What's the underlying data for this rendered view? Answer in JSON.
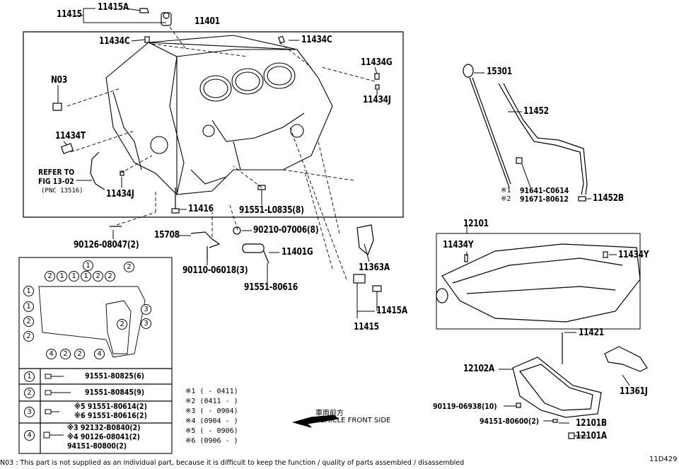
{
  "labels": {
    "p11415_top": "11415",
    "p11415A_top": "11415A",
    "p11401": "11401",
    "p11434C_l": "11434C",
    "p11434C_r": "11434C",
    "pN03": "N03",
    "p11434G": "11434G",
    "p11434J_r": "11434J",
    "p11434T": "11434T",
    "p11434J_l": "11434J",
    "p11416": "11416",
    "p91551L": "91551-L0835(8)",
    "p90126": "90126-08047(2)",
    "p15708": "15708",
    "p90210": "90210-07006(8)",
    "p90110": "90110-06018(3)",
    "p11401G": "11401G",
    "p91551_80616": "91551-80616",
    "p15301": "15301",
    "p11452": "11452",
    "p91641": "91641-C0614",
    "p91671": "91671-80612",
    "p11452B": "11452B",
    "p11363A": "11363A",
    "p11415A_b": "11415A",
    "p11415_b": "11415",
    "p12101": "12101",
    "p11434Y_l": "11434Y",
    "p11434Y_r": "11434Y",
    "p11421": "11421",
    "p12102A": "12102A",
    "p11361J": "11361J",
    "p90119": "90119-06938(10)",
    "p94151": "94151-80600(2)",
    "p12101B": "12101B",
    "p12101A": "12101A",
    "mark1": "※1",
    "mark2": "※2"
  },
  "refer": {
    "line1": "REFER TO",
    "line2": "FIG 13-02",
    "line3": "(PNC 13516)"
  },
  "legend": {
    "row1": {
      "num": "1",
      "part": "91551-80825(6)"
    },
    "row2": {
      "num": "2",
      "part": "91551-80845(9)"
    },
    "row3": {
      "num": "3",
      "a": "※5 91551-80614(2)",
      "b": "※6 91551-80616(2)"
    },
    "row4": {
      "num": "4",
      "a": "※3 92132-B0840(2)",
      "b": "※4 90126-08041(2)",
      "c": "94151-80800(2)"
    }
  },
  "bolt_circles": {
    "top_row": [
      "2",
      "1",
      "1",
      "1",
      "2",
      "2"
    ],
    "top_raised": "1",
    "corner": "2",
    "left_col": [
      "1",
      "1",
      "2",
      "2"
    ],
    "right_col": [
      "3",
      "3"
    ],
    "center": "2",
    "bottom_row": [
      "4",
      "2",
      "2",
      "4"
    ]
  },
  "date_notes": [
    "※1 (    - 0411)",
    "※2 (0411 -    )",
    "※3 (    - 0904)",
    "※4 (0904 -    )",
    "※5 (    - 0906)",
    "※6 (0906 -    )"
  ],
  "direction": {
    "jp": "車両前方",
    "en": "VEHICLE FRONT SIDE"
  },
  "footer": {
    "note": "N03 : This part is not supplied as an individual part, because it is difficult to keep the function / quality of parts  assembled / disassembled",
    "figure_id": "11D429"
  }
}
